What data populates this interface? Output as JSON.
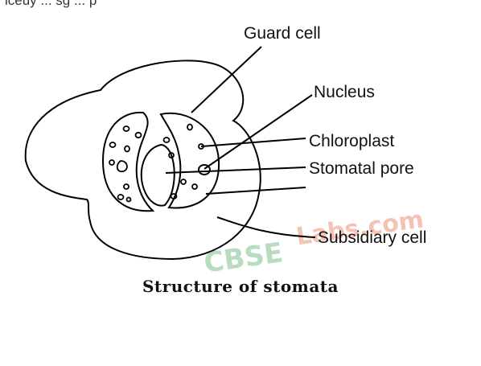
{
  "header_fragment": "iceuy  ... sg  ...  p",
  "labels": {
    "guard_cell": "Guard cell",
    "nucleus": "Nucleus",
    "chloroplast": "Chloroplast",
    "stomatal_pore": "Stomatal pore",
    "subsidiary_cell": "Subsidiary cell"
  },
  "caption": "Structure of stomata",
  "watermark": {
    "cbse": "CBSE",
    "labs": "Labs.com"
  }
}
